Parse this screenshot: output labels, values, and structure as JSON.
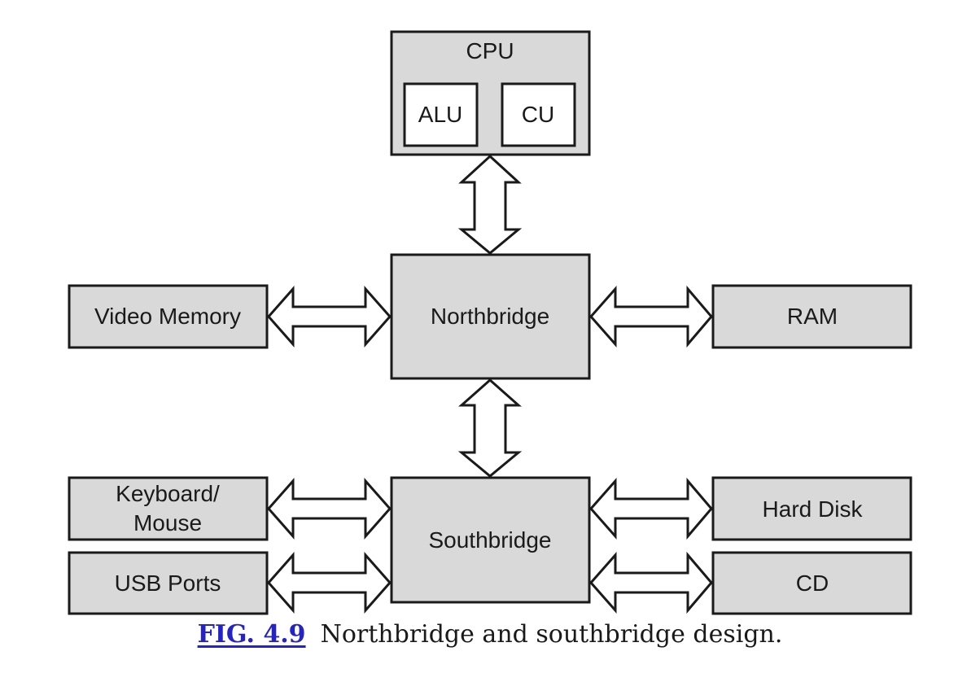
{
  "diagram": {
    "cpu": {
      "label": "CPU",
      "alu": "ALU",
      "cu": "CU"
    },
    "northbridge": "Northbridge",
    "southbridge": "Southbridge",
    "video_memory": "Video Memory",
    "ram": "RAM",
    "keyboard_mouse": [
      "Keyboard/",
      "Mouse"
    ],
    "usb_ports": "USB Ports",
    "hard_disk": "Hard Disk",
    "cd": "CD"
  },
  "caption": {
    "figure_ref": "FIG. 4.9",
    "text": "Northbridge and southbridge design."
  },
  "colors": {
    "box_fill": "#d9d9d9",
    "stroke": "#1a1a1a",
    "link": "#2323c8"
  }
}
